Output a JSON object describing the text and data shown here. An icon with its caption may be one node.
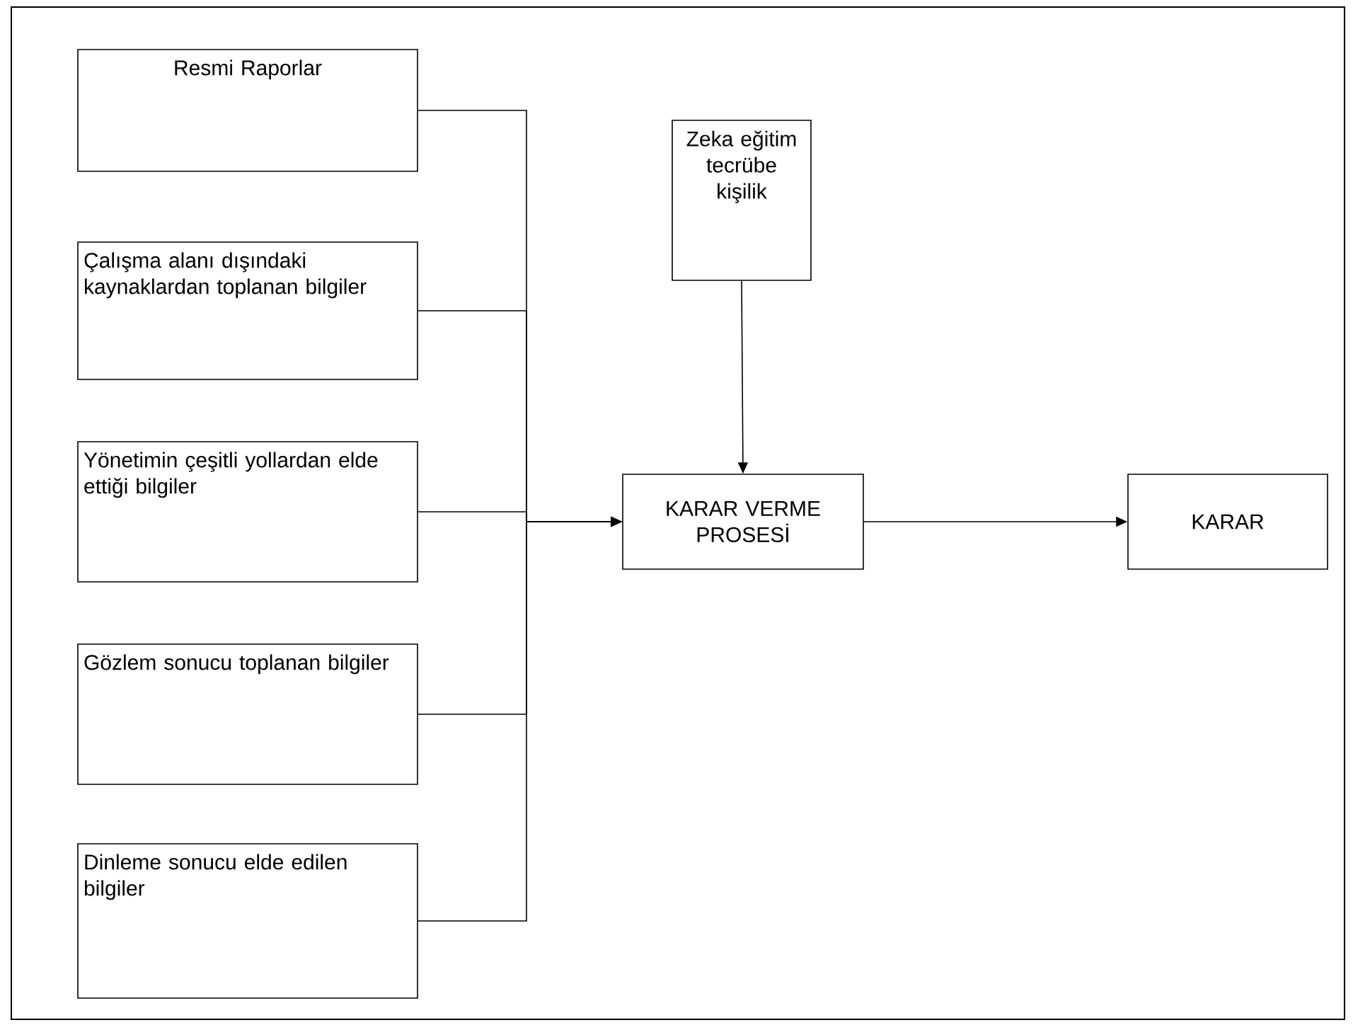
{
  "diagram": {
    "nodes": [
      {
        "text": [
          "Resmi Raporlar"
        ]
      },
      {
        "text": [
          "Çalışma alanı dışındaki kaynaklardan toplanan bilgiler"
        ]
      },
      {
        "text": [
          "Yönetimin çeşitli yollardan elde ettiği bilgiler"
        ]
      },
      {
        "text": [
          "Gözlem sonucu toplanan bilgiler"
        ]
      },
      {
        "text": [
          "Dinleme sonucu elde edilen bilgiler"
        ]
      },
      {
        "text": [
          "Zeka eğitim tecrübe kişilik"
        ]
      },
      {
        "text": [
          "KARAR VERME PROSESİ"
        ]
      },
      {
        "text": [
          "KARAR"
        ]
      }
    ],
    "edges": [
      {
        "from": 0,
        "to": 6,
        "arrow": "to"
      },
      {
        "from": 1,
        "to": 6,
        "arrow": "to"
      },
      {
        "from": 2,
        "to": 6,
        "arrow": "to"
      },
      {
        "from": 3,
        "to": 6,
        "arrow": "to"
      },
      {
        "from": 4,
        "to": 6,
        "arrow": "to"
      },
      {
        "from": 5,
        "to": 6,
        "arrow": "to"
      },
      {
        "from": 6,
        "to": 7,
        "arrow": "to"
      }
    ]
  }
}
